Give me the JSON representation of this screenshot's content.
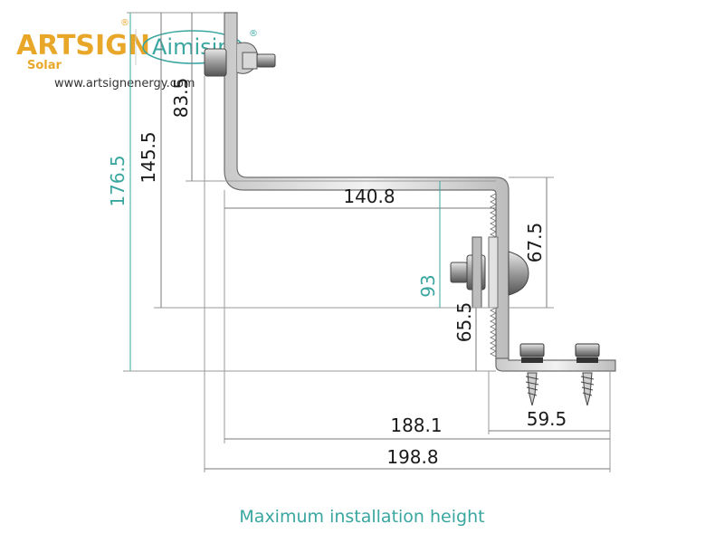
{
  "branding": {
    "brand_art": "ARTSIGN",
    "brand_solar": "Solar",
    "brand_aimisin": "Aimisin",
    "registered_mark": "®",
    "website": "www.artsignenergy.com"
  },
  "dimensions": {
    "upper_arm": "83.5",
    "upper_total": "145.5",
    "overall_height": "176.5",
    "horizontal_arm": "140.8",
    "vertical_slot": "67.5",
    "mid_height": "93",
    "lower_arm": "65.5",
    "base_length": "188.1",
    "foot_width": "59.5",
    "overall_length": "198.8"
  },
  "caption": "Maximum installation height",
  "colors": {
    "accent": "#3aa6a0",
    "brand_orange": "#e9a72a",
    "metal": "#d8d8d8",
    "outline": "#6e6e6e"
  }
}
